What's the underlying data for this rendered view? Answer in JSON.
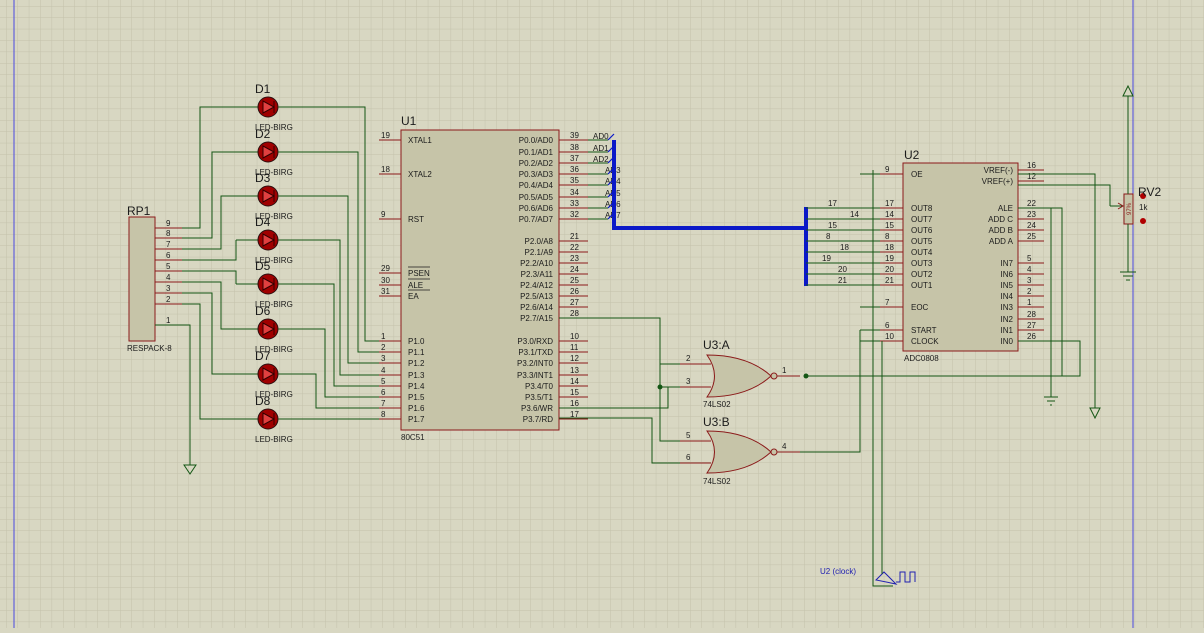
{
  "colors": {
    "background": "#d8d7c2",
    "grid": "#c3c2ab",
    "wire": "#145614",
    "bus": "#0a18c8",
    "pin": "#8b1a1a",
    "body": "#c6c4a8",
    "led": "#a00000"
  },
  "u1": {
    "ref": "U1",
    "part": "80C51",
    "left_pins": [
      {
        "num": "19",
        "name": "XTAL1"
      },
      {
        "num": "18",
        "name": "XTAL2"
      },
      {
        "num": "9",
        "name": "RST"
      },
      {
        "num": "29",
        "name": "PSEN"
      },
      {
        "num": "30",
        "name": "ALE"
      },
      {
        "num": "31",
        "name": "EA"
      },
      {
        "num": "1",
        "name": "P1.0"
      },
      {
        "num": "2",
        "name": "P1.1"
      },
      {
        "num": "3",
        "name": "P1.2"
      },
      {
        "num": "4",
        "name": "P1.3"
      },
      {
        "num": "5",
        "name": "P1.4"
      },
      {
        "num": "6",
        "name": "P1.5"
      },
      {
        "num": "7",
        "name": "P1.6"
      },
      {
        "num": "8",
        "name": "P1.7"
      }
    ],
    "right_pins": [
      {
        "num": "39",
        "name": "P0.0/AD0"
      },
      {
        "num": "38",
        "name": "P0.1/AD1"
      },
      {
        "num": "37",
        "name": "P0.2/AD2"
      },
      {
        "num": "36",
        "name": "P0.3/AD3"
      },
      {
        "num": "35",
        "name": "P0.4/AD4"
      },
      {
        "num": "34",
        "name": "P0.5/AD5"
      },
      {
        "num": "33",
        "name": "P0.6/AD6"
      },
      {
        "num": "32",
        "name": "P0.7/AD7"
      },
      {
        "num": "21",
        "name": "P2.0/A8"
      },
      {
        "num": "22",
        "name": "P2.1/A9"
      },
      {
        "num": "23",
        "name": "P2.2/A10"
      },
      {
        "num": "24",
        "name": "P2.3/A11"
      },
      {
        "num": "25",
        "name": "P2.4/A12"
      },
      {
        "num": "26",
        "name": "P2.5/A13"
      },
      {
        "num": "27",
        "name": "P2.6/A14"
      },
      {
        "num": "28",
        "name": "P2.7/A15"
      },
      {
        "num": "10",
        "name": "P3.0/RXD"
      },
      {
        "num": "11",
        "name": "P3.1/TXD"
      },
      {
        "num": "12",
        "name": "P3.2/INT0"
      },
      {
        "num": "13",
        "name": "P3.3/INT1"
      },
      {
        "num": "14",
        "name": "P3.4/T0"
      },
      {
        "num": "15",
        "name": "P3.5/T1"
      },
      {
        "num": "16",
        "name": "P3.6/WR"
      },
      {
        "num": "17",
        "name": "P3.7/RD"
      }
    ],
    "bus_labels": [
      "AD0",
      "AD1",
      "AD2",
      "AD3",
      "AD4",
      "AD5",
      "AD6",
      "AD7"
    ]
  },
  "u2": {
    "ref": "U2",
    "part": "ADC0808",
    "left_pins": [
      {
        "num": "9",
        "name": "OE"
      },
      {
        "num": "17",
        "name": "OUT8"
      },
      {
        "num": "14",
        "name": "OUT7"
      },
      {
        "num": "15",
        "name": "OUT6"
      },
      {
        "num": "8",
        "name": "OUT5"
      },
      {
        "num": "18",
        "name": "OUT4"
      },
      {
        "num": "19",
        "name": "OUT3"
      },
      {
        "num": "20",
        "name": "OUT2"
      },
      {
        "num": "21",
        "name": "OUT1"
      },
      {
        "num": "7",
        "name": "EOC"
      },
      {
        "num": "6",
        "name": "START"
      },
      {
        "num": "10",
        "name": "CLOCK"
      }
    ],
    "right_pins": [
      {
        "num": "16",
        "name": "VREF(-)"
      },
      {
        "num": "12",
        "name": "VREF(+)"
      },
      {
        "num": "22",
        "name": "ALE"
      },
      {
        "num": "23",
        "name": "ADD C"
      },
      {
        "num": "24",
        "name": "ADD B"
      },
      {
        "num": "25",
        "name": "ADD A"
      },
      {
        "num": "5",
        "name": "IN7"
      },
      {
        "num": "4",
        "name": "IN6"
      },
      {
        "num": "3",
        "name": "IN5"
      },
      {
        "num": "2",
        "name": "IN4"
      },
      {
        "num": "1",
        "name": "IN3"
      },
      {
        "num": "28",
        "name": "IN2"
      },
      {
        "num": "27",
        "name": "IN1"
      },
      {
        "num": "26",
        "name": "IN0"
      }
    ],
    "bus_nums": [
      "17",
      "14",
      "15",
      "8",
      "18",
      "19",
      "20",
      "21"
    ]
  },
  "rp1": {
    "ref": "RP1",
    "part": "RESPACK-8",
    "pins": [
      "9",
      "8",
      "7",
      "6",
      "5",
      "4",
      "3",
      "2",
      "1"
    ]
  },
  "leds": [
    {
      "ref": "D1",
      "part": "LED-BIRG"
    },
    {
      "ref": "D2",
      "part": "LED-BIRG"
    },
    {
      "ref": "D3",
      "part": "LED-BIRG"
    },
    {
      "ref": "D4",
      "part": "LED-BIRG"
    },
    {
      "ref": "D5",
      "part": "LED-BIRG"
    },
    {
      "ref": "D6",
      "part": "LED-BIRG"
    },
    {
      "ref": "D7",
      "part": "LED-BIRG"
    },
    {
      "ref": "D8",
      "part": "LED-BIRG"
    }
  ],
  "u3a": {
    "ref": "U3:A",
    "part": "74LS02",
    "in1": "2",
    "in2": "3",
    "out": "1"
  },
  "u3b": {
    "ref": "U3:B",
    "part": "74LS02",
    "in1": "5",
    "in2": "6",
    "out": "4"
  },
  "rv2": {
    "ref": "RV2",
    "value": "1k",
    "body_text": "97%"
  },
  "clock": {
    "label": "U2 (clock)"
  }
}
